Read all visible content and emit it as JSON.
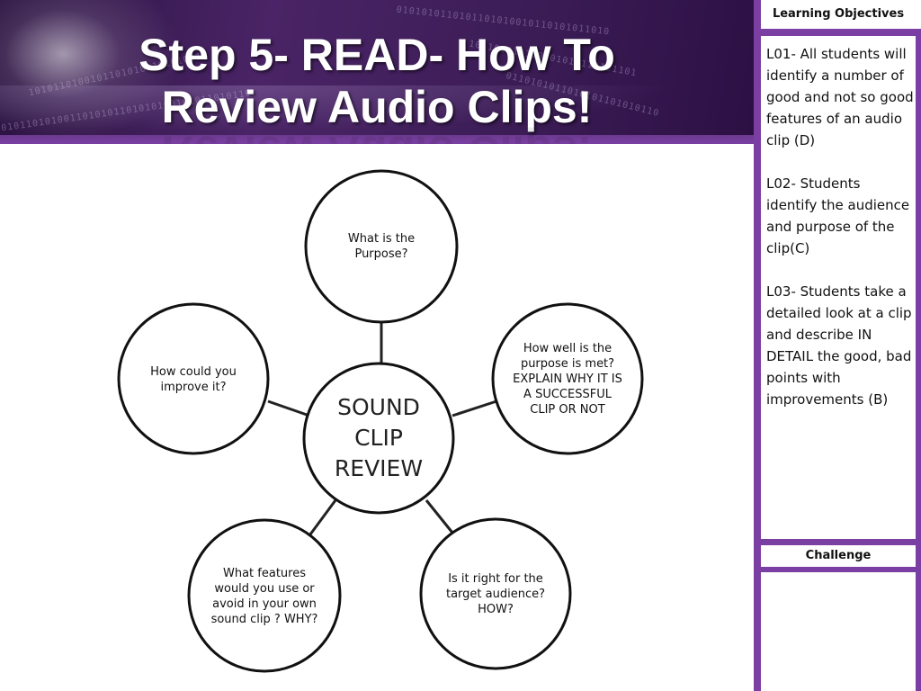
{
  "slide": {
    "title_line1": "Step 5- READ- How To",
    "title_line2": "Review Audio Clips!"
  },
  "diagram": {
    "center": [
      "SOUND",
      "CLIP",
      "REVIEW"
    ],
    "nodes": {
      "top": "What is the Purpose?",
      "right": "How well is the purpose is met? EXPLAIN WHY IT IS A SUCCESSFUL CLIP OR NOT",
      "bottom_right": "Is it right for the target audience? HOW?",
      "bottom_left": "What features would you use or avoid in your own sound clip ? WHY?",
      "left": "How could you improve it?"
    }
  },
  "sidebar": {
    "objectives_header": "Learning Objectives",
    "objectives": [
      "L01- All students will identify a number of good and not so good features of an audio clip (D)",
      "L02- Students identify the audience and purpose of the clip(C)",
      "L03- Students take a detailed look at a clip and describe IN DETAIL the good, bad points with improvements (B)"
    ],
    "challenge_header": "Challenge"
  },
  "colors": {
    "accent": "#7b3fa3",
    "banner": "#3b1c55"
  }
}
